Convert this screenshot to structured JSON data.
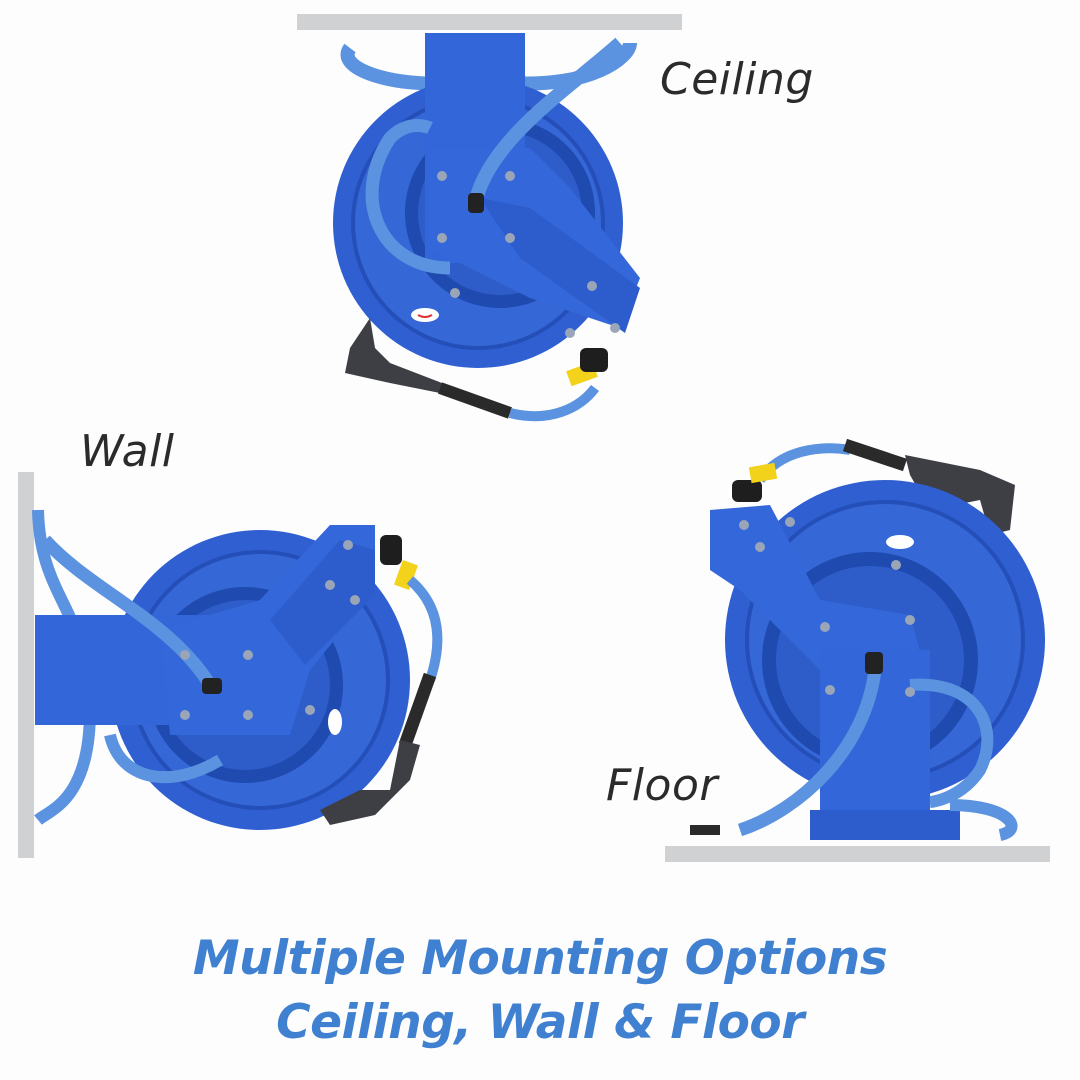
{
  "mounts": [
    {
      "id": "ceiling",
      "label": "Ceiling"
    },
    {
      "id": "wall",
      "label": "Wall"
    },
    {
      "id": "floor",
      "label": "Floor"
    }
  ],
  "caption": {
    "line1": "Multiple Mounting Options",
    "line2": "Ceiling, Wall & Floor"
  },
  "colors": {
    "reel_blue": "#2f5fd0",
    "hose_blue": "#5b93e0",
    "caption_blue": "#3f80d0",
    "surface_gray": "#cfd1d3",
    "label_dark": "#2b2b2b",
    "tag_yellow": "#f2d21a"
  }
}
